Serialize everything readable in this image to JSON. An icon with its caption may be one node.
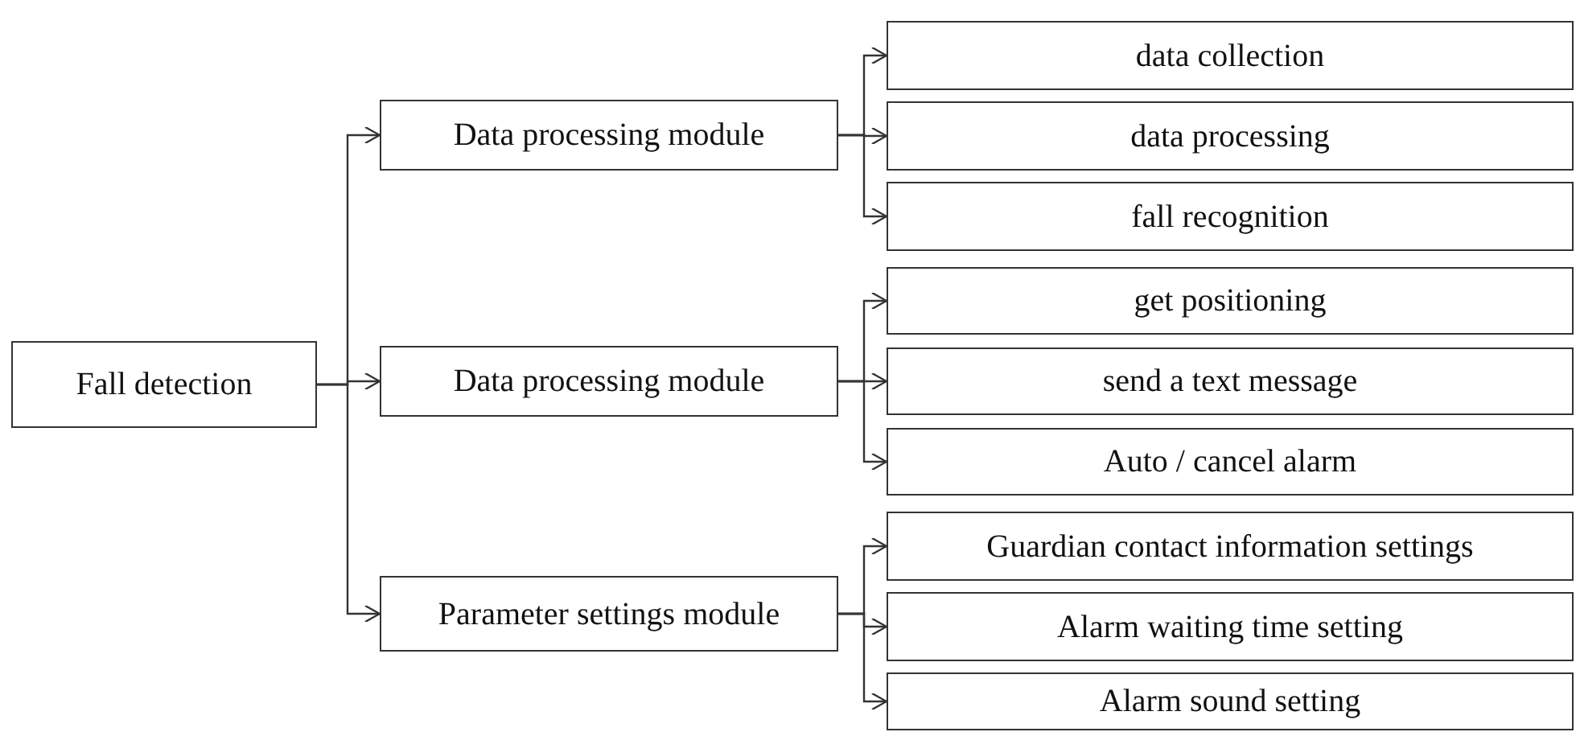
{
  "diagram": {
    "nodes": [
      {
        "text": [
          "Fall detection"
        ]
      },
      {
        "text": [
          "Data processing module"
        ]
      },
      {
        "text": [
          "data collection"
        ]
      },
      {
        "text": [
          "data processing"
        ]
      },
      {
        "text": [
          "fall recognition"
        ]
      },
      {
        "text": [
          "Data processing module"
        ]
      },
      {
        "text": [
          "get positioning"
        ]
      },
      {
        "text": [
          "send a text message"
        ]
      },
      {
        "text": [
          "Auto / cancel alarm"
        ]
      },
      {
        "text": [
          "Parameter settings module"
        ]
      },
      {
        "text": [
          "Guardian contact information settings"
        ]
      },
      {
        "text": [
          "Alarm waiting time setting"
        ]
      },
      {
        "text": [
          "Alarm sound setting"
        ]
      }
    ],
    "edges": [
      {
        "from": 0,
        "to": 1,
        "arrow": "to"
      },
      {
        "from": 0,
        "to": 5,
        "arrow": "to"
      },
      {
        "from": 0,
        "to": 9,
        "arrow": "to"
      },
      {
        "from": 1,
        "to": 2,
        "arrow": "to"
      },
      {
        "from": 1,
        "to": 3,
        "arrow": "to"
      },
      {
        "from": 1,
        "to": 4,
        "arrow": "to"
      },
      {
        "from": 5,
        "to": 6,
        "arrow": "to"
      },
      {
        "from": 5,
        "to": 7,
        "arrow": "to"
      },
      {
        "from": 5,
        "to": 8,
        "arrow": "to"
      },
      {
        "from": 9,
        "to": 10,
        "arrow": "to"
      },
      {
        "from": 9,
        "to": 11,
        "arrow": "to"
      },
      {
        "from": 9,
        "to": 12,
        "arrow": "to"
      }
    ]
  }
}
